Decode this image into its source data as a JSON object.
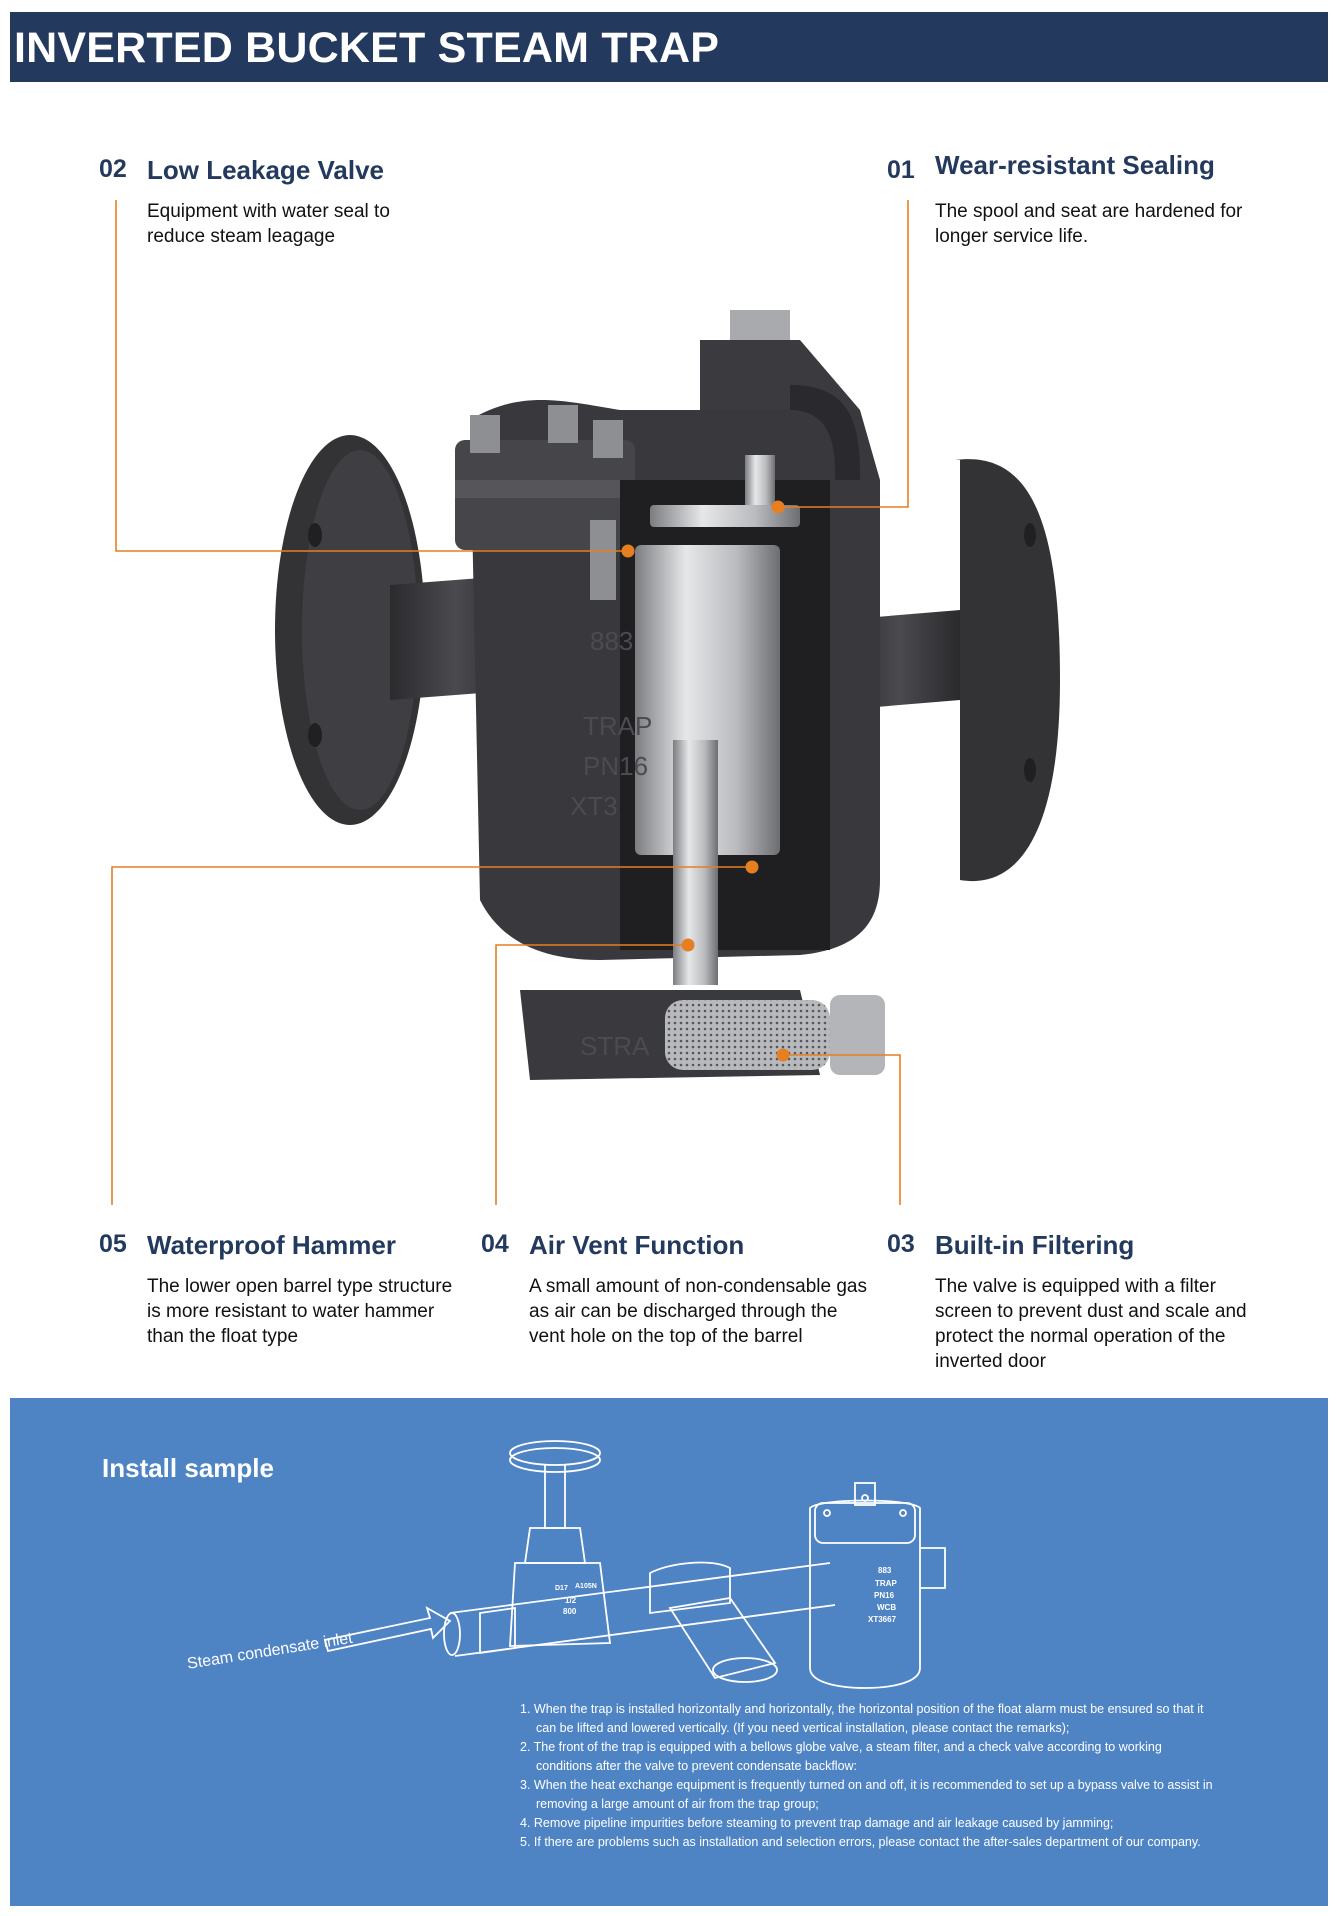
{
  "header": {
    "title": "INVERTED BUCKET STEAM TRAP"
  },
  "features": [
    {
      "num": "02",
      "title": "Low Leakage Valve",
      "desc": "Equipment with water seal to reduce steam leagage"
    },
    {
      "num": "01",
      "title": "Wear-resistant Sealing",
      "desc": "The spool and seat are hardened for longer service life."
    },
    {
      "num": "05",
      "title": "Waterproof Hammer",
      "desc": "The lower open barrel type structure is more resistant to water hammer than the float type"
    },
    {
      "num": "04",
      "title": "Air Vent Function",
      "desc": "A small amount of non-condensable gas as air can be discharged through the vent hole on the top of the barrel"
    },
    {
      "num": "03",
      "title": "Built-in Filtering",
      "desc": "The valve is equipped with a filter screen to prevent dust and scale and protect the normal operation of the inverted door"
    }
  ],
  "diagram": {
    "body_markings": [
      "883",
      "TRAP",
      "PN16",
      "XT3"
    ],
    "strainer_mark": "STRA"
  },
  "install": {
    "title": "Install sample",
    "inlet_label": "Steam condensate inlet",
    "globe_valve_marks": [
      "D17",
      "A105N",
      "1/2",
      "800"
    ],
    "trap_marks": [
      "883",
      "TRAP",
      "PN16",
      "WCB",
      "XT3667"
    ],
    "notes": [
      "1. When the trap is installed horizontally and horizontally, the horizontal position of the float alarm must be ensured so that it can be lifted and lowered vertically. (If you need vertical installation, please contact the remarks);",
      "2. The front of the trap is equipped with a bellows globe valve, a steam filter, and a check valve according to working conditions after the valve to prevent condensate backflow:",
      "3. When the heat exchange equipment is frequently turned on and off, it is recommended to set up a bypass valve to assist in removing a large amount of air from the trap group;",
      "4. Remove pipeline impurities before steaming to prevent trap damage and air leakage caused by jamming;",
      "5. If there are problems such as installation and selection errors, please contact the after-sales department of our company."
    ]
  },
  "colors": {
    "header": "#23395d",
    "accent": "#e67e22",
    "install_bg": "#4f84c4"
  }
}
